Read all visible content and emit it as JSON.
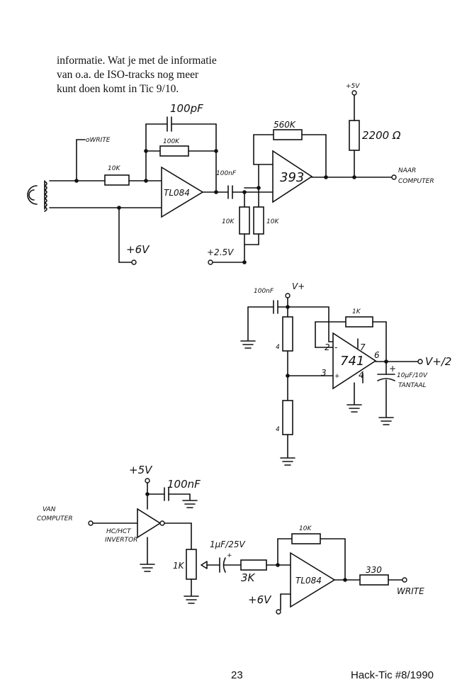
{
  "intro": {
    "lines": [
      "informatie. Wat je met de informatie",
      "van o.a. de ISO-tracks nog meer",
      "kunt doen komt in Tic 9/10."
    ]
  },
  "circuit1": {
    "write": "oWRITE",
    "r_in": "10K",
    "c_fb": "100pF",
    "r_fb": "100K",
    "opamp": "TL084",
    "c_couple": "100nF",
    "r_div_left": "10K",
    "r_div_right": "10K",
    "bias_25": "+2.5V",
    "comp": "393",
    "r_comp_fb": "560K",
    "supply": "+5V",
    "r_pullup": "2200 Ω",
    "out_label_1": "NAAR",
    "out_label_2": "COMPUTER",
    "bias_6": "+6V"
  },
  "circuit2": {
    "cap": "100nF",
    "supply": "V+",
    "r_fb": "1K",
    "opamp": "741",
    "pin2": "2",
    "pin3": "3",
    "pin4": "4",
    "pin6": "6",
    "pin7": "7",
    "r_top_val": "4",
    "r_bot_val": "4",
    "pin_minus": "-",
    "pin_plus": "+",
    "out": "V+/2",
    "tant_plus": "+",
    "tant_val": "10µF/10V",
    "tant_type": "TANTAAL"
  },
  "circuit3": {
    "supply": "+5V",
    "cap": "100nF",
    "in_label_1": "VAN",
    "in_label_2": "COMPUTER",
    "inv_label_1": "HC/HCT",
    "inv_label_2": "INVERTOR",
    "pot": "1K",
    "cap_in": "1µF/25V",
    "cap_plus": "+",
    "r_in": "3K",
    "r_fb": "10K",
    "opamp": "TL084",
    "r_out": "330",
    "write": "WRITE",
    "bias_6": "+6V"
  },
  "footer": {
    "page": "23",
    "magazine": "Hack-Tic #8/1990"
  }
}
